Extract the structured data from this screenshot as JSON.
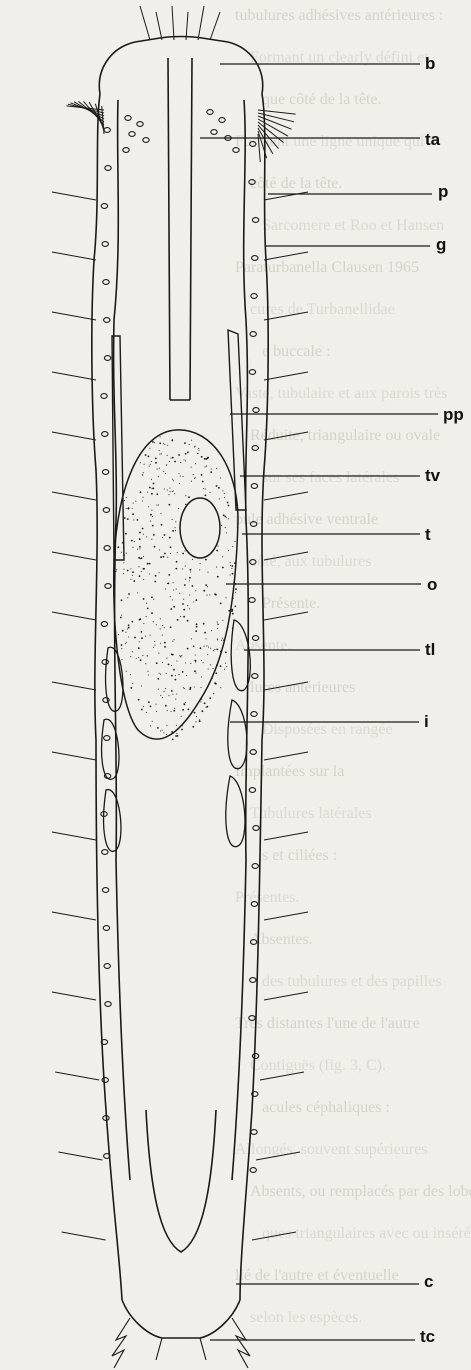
{
  "labels": {
    "b": "b",
    "ta": "ta",
    "p": "p",
    "g": "g",
    "pp": "pp",
    "tv": "tv",
    "t": "t",
    "o": "o",
    "tl": "tl",
    "i": "i",
    "c": "c",
    "tc": "tc"
  },
  "colors": {
    "ink": "#1a1a1a",
    "paper": "#f1efe9",
    "ghost_text": "#d4d1c9"
  },
  "ghost_text": [
    "tubulures adhésives antérieures :",
    "Formant un clearly défini et",
    "que côté de la tête.",
    "Formant une ligne unique qui",
    "côté de la tête.",
    "Sarcomere et Roo et Hansen",
    "Paraturbanella Clausen 1965",
    "cures de Turbanellidae",
    "e buccale :",
    "Vaste, tubulaire et aux parois très",
    "Réduite, triangulaire ou ovale",
    "sur ses faces latérales",
    "pule adhésive ventrale",
    "côté, aux tubulures",
    "Présente.",
    "Absente.",
    "lures antérieures",
    "Disposées en rangée",
    "Implantées sur la",
    "Tubulures latérales",
    "s et ciliées :",
    "Présentes.",
    "Absentes.",
    "des tubulures et des papilles",
    "Très distantes l'une de l'autre",
    "Contiguës (fig. 3, C).",
    "acules céphaliques :",
    "Allongés, souvent supérieures",
    "Absents, ou remplacés par des lobes",
    "ques triangulaires avec ou insérés",
    "lié de l'autre et éventuelle",
    "selon les espèces."
  ]
}
